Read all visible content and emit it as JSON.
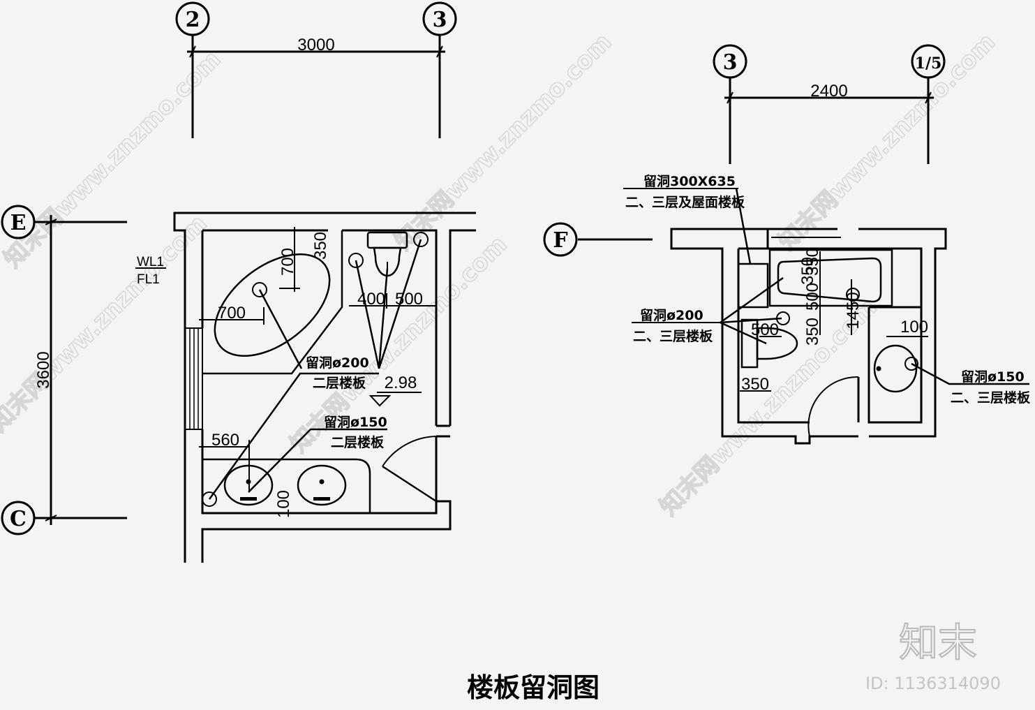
{
  "title": "楼板留洞图",
  "watermark": {
    "logo": "知末",
    "id_text": "ID: 1136314090",
    "repeat_text": "知末网www.znzmo.com"
  },
  "left_plan": {
    "axes": [
      "2",
      "3",
      "E",
      "C"
    ],
    "dims": {
      "top_span": "3000",
      "side_span": "3600",
      "d700_v": "700",
      "d350_v": "350",
      "d700_h": "700",
      "d400": "400",
      "d500": "500",
      "d560": "560",
      "d100_v": "100",
      "level": "2.98"
    },
    "wl_label": "WL1",
    "fl_label": "FL1",
    "note_200": "留洞ø200",
    "note_200_sub": "二层楼板",
    "note_150": "留洞ø150",
    "note_150_sub": "二层楼板"
  },
  "right_plan": {
    "axes": [
      "3",
      "1/5",
      "F"
    ],
    "dims": {
      "top_span": "2400",
      "d350a": "350",
      "d500v": "500",
      "d350b": "350",
      "d350c": "350",
      "d1450": "1450",
      "d500h": "500",
      "d350h": "350",
      "d100": "100"
    },
    "note_opening": "留洞300X635",
    "note_opening_sub": "二、三层及屋面楼板",
    "note_200": "留洞ø200",
    "note_200_sub": "二、三层楼板",
    "note_150": "留洞ø150",
    "note_150_sub": "二、三层楼板"
  }
}
